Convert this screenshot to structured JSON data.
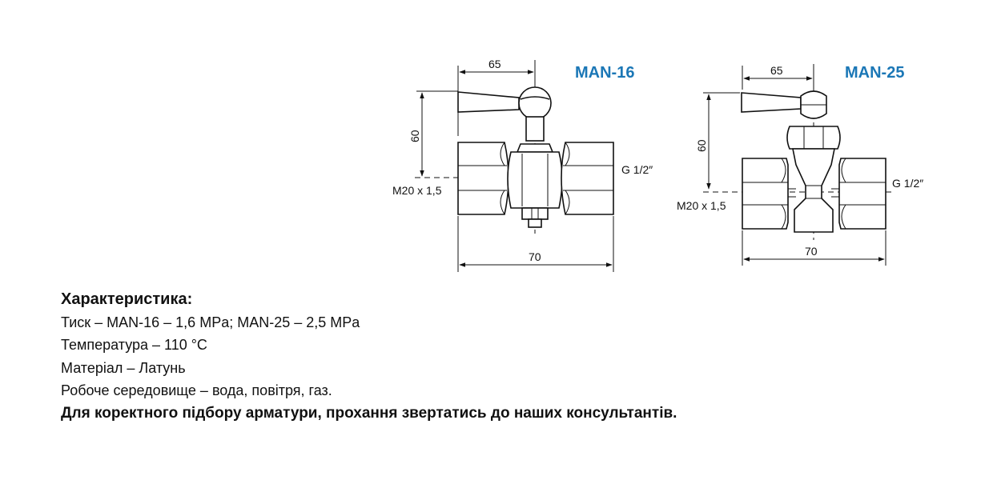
{
  "diagrams": {
    "man16": {
      "title": "MAN-16",
      "dim_top": "65",
      "dim_side": "60",
      "dim_bottom": "70",
      "thread_left": "M20 x 1,5",
      "thread_right": "G 1/2″"
    },
    "man25": {
      "title": "MAN-25",
      "dim_top": "65",
      "dim_side": "60",
      "dim_bottom": "70",
      "thread_left": "M20 x 1,5",
      "thread_right": "G 1/2″"
    }
  },
  "specs": {
    "heading": "Характеристика:",
    "pressure": "Тиск – MAN-16 – 1,6 MPa; MAN-25 – 2,5 MPa",
    "temperature": "Температура – 110 °C",
    "material": "Матеріал – Латунь",
    "medium": "Робоче середовище – вода, повітря, газ.",
    "note": "Для коректного підбору арматури, прохання звертатись до наших консультантів."
  },
  "colors": {
    "title": "#1b77b6",
    "line": "#111111"
  }
}
